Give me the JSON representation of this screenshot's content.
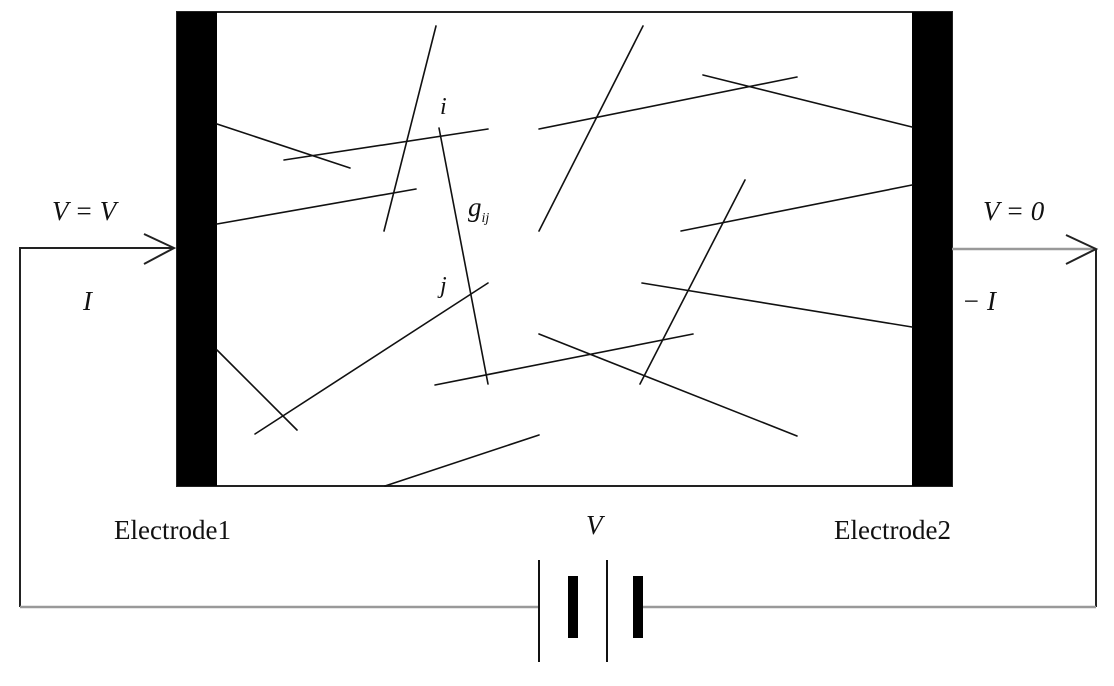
{
  "diagram": {
    "title": "Nanowire network between two electrodes",
    "colors": {
      "ink": "#000000",
      "wire": "#999999",
      "background": "#ffffff"
    },
    "labels": {
      "left_potential": "V = V",
      "left_current": "I",
      "right_potential": "V = 0",
      "right_current": "− I",
      "electrode1": "Electrode1",
      "electrode2": "Electrode2",
      "battery_voltage": "V",
      "node_i": "i",
      "node_j": "j",
      "conductance_symbol": "g",
      "conductance_subscript": "ij"
    },
    "components": {
      "electrode_left": "Electrode1",
      "electrode_right": "Electrode2",
      "battery": "voltage source V",
      "nanowire_count": 16
    }
  }
}
